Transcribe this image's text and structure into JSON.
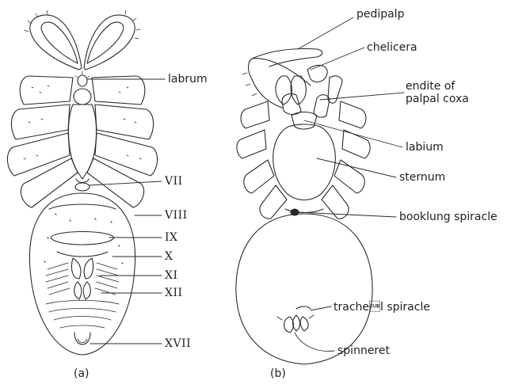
{
  "panel_a": {
    "caption": "(a)",
    "labels": {
      "labrum": "labrum",
      "vii": "VII",
      "viii": "VIII",
      "ix": "IX",
      "x": "X",
      "xi": "XI",
      "xii": "XII",
      "xvii": "XVII"
    }
  },
  "panel_b": {
    "caption": "(b)",
    "labels": {
      "pedipalp": "pedipalp",
      "chelicera": "chelicera",
      "endite_line1": "endite of",
      "endite_line2": "palpal coxa",
      "labium": "labium",
      "sternum": "sternum",
      "booklung": "booklung spiracle",
      "tracheal": "trache\u001al spiracle",
      "spinneret": "spinneret"
    }
  },
  "colors": {
    "ink": "#2a2a2a",
    "paper": "#ffffff"
  }
}
